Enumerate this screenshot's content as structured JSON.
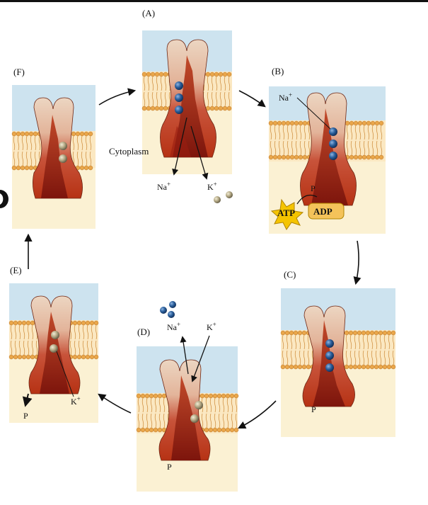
{
  "diagram": {
    "panels": {
      "a": {
        "label": "(A)"
      },
      "b": {
        "label": "(B)"
      },
      "c": {
        "label": "(C)"
      },
      "d": {
        "label": "(D)"
      },
      "e": {
        "label": "(E)"
      },
      "f": {
        "label": "(F)"
      }
    },
    "labels": {
      "cytoplasm": "Cytoplasm",
      "na": "Na",
      "k": "K",
      "plus": "+",
      "atp": "ATP",
      "adp": "ADP",
      "phosphate": "P"
    },
    "colors": {
      "extracellular": "#cde3ef",
      "cytoplasm": "#fbf1d3",
      "lipid": "#e9a64a",
      "protein_pale": "#e8c9ae",
      "protein_dark": "#b32f16",
      "channel": "#8f1a10",
      "sodium_ion": "#1f4f86",
      "potassium_ion": "#a39770",
      "atp_burst": "#f5c400"
    }
  }
}
